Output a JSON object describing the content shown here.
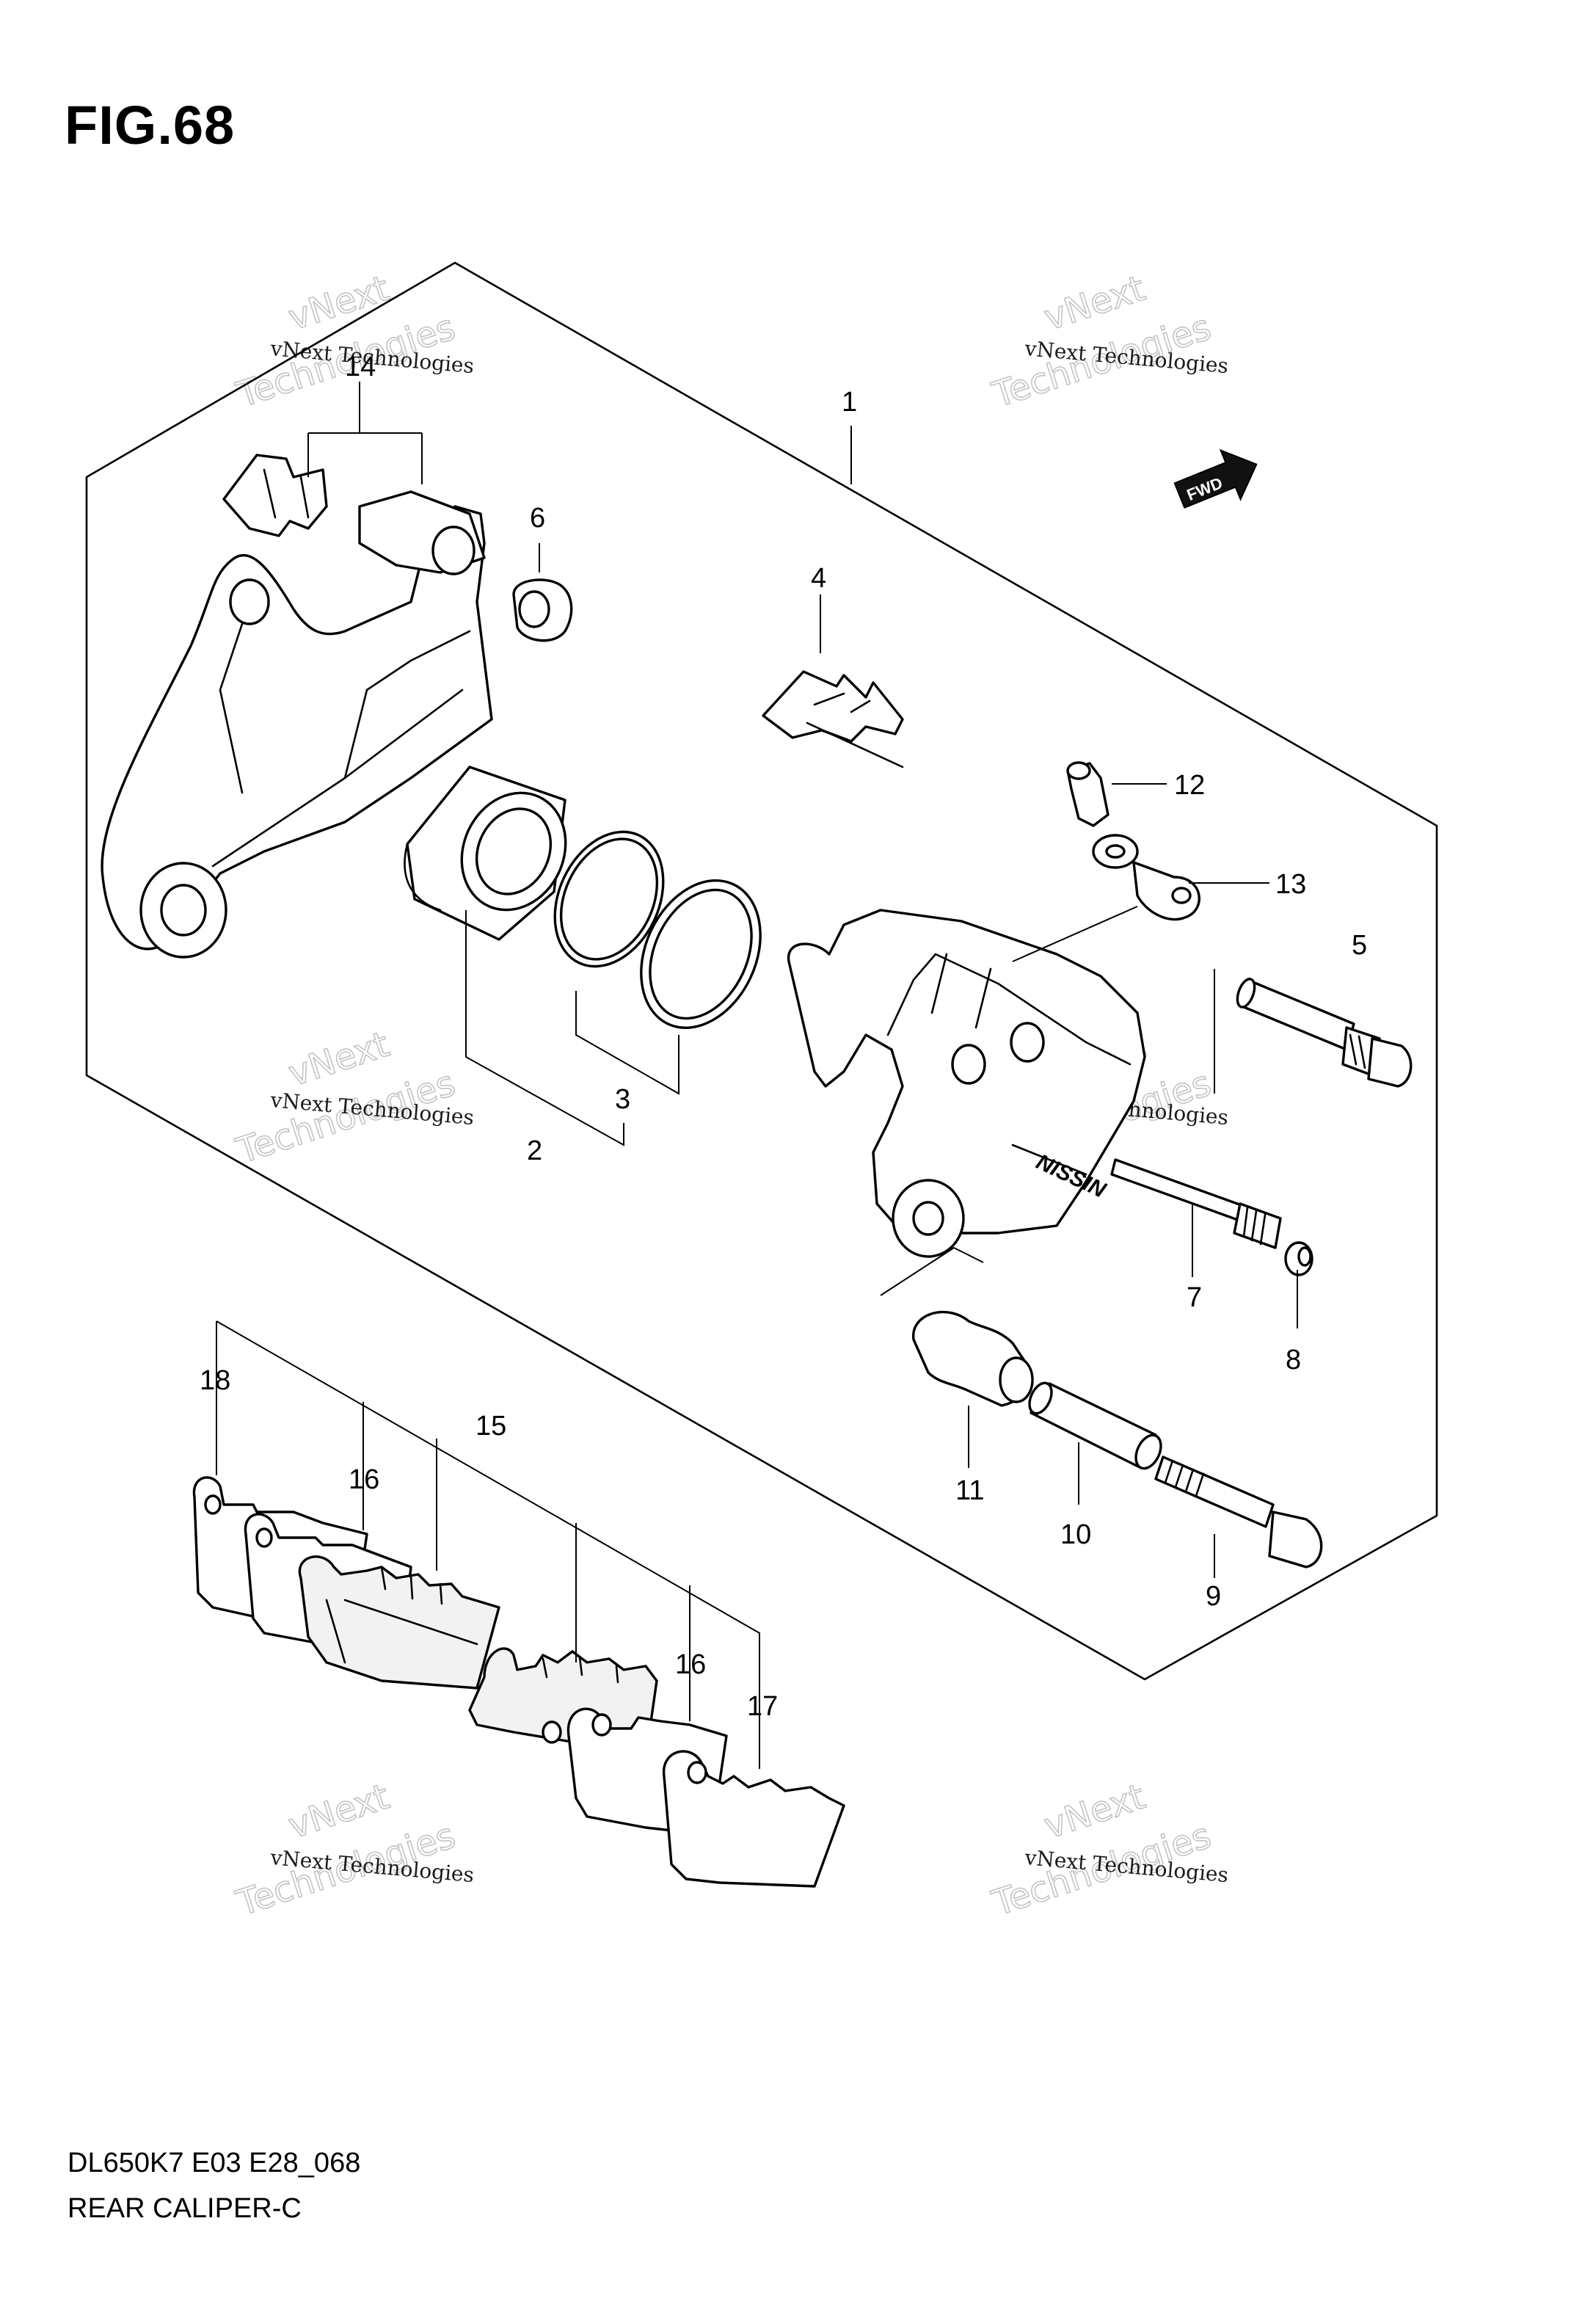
{
  "figure": {
    "title": "FIG.68"
  },
  "footer": {
    "code": "DL650K7 E03 E28_068",
    "name": "REAR CALIPER-C"
  },
  "fwd_badge": "FWD",
  "watermark": {
    "line1": "vNext Technologies",
    "line2": "vNext",
    "line3": "Technologies"
  },
  "callouts": {
    "c1": "1",
    "c2": "2",
    "c3": "3",
    "c4": "4",
    "c5": "5",
    "c6": "6",
    "c7": "7",
    "c8": "8",
    "c9": "9",
    "c10": "10",
    "c11": "11",
    "c12": "12",
    "c13": "13",
    "c14": "14",
    "c15": "15",
    "c16a": "16",
    "c16b": "16",
    "c17": "17",
    "c18": "18"
  }
}
